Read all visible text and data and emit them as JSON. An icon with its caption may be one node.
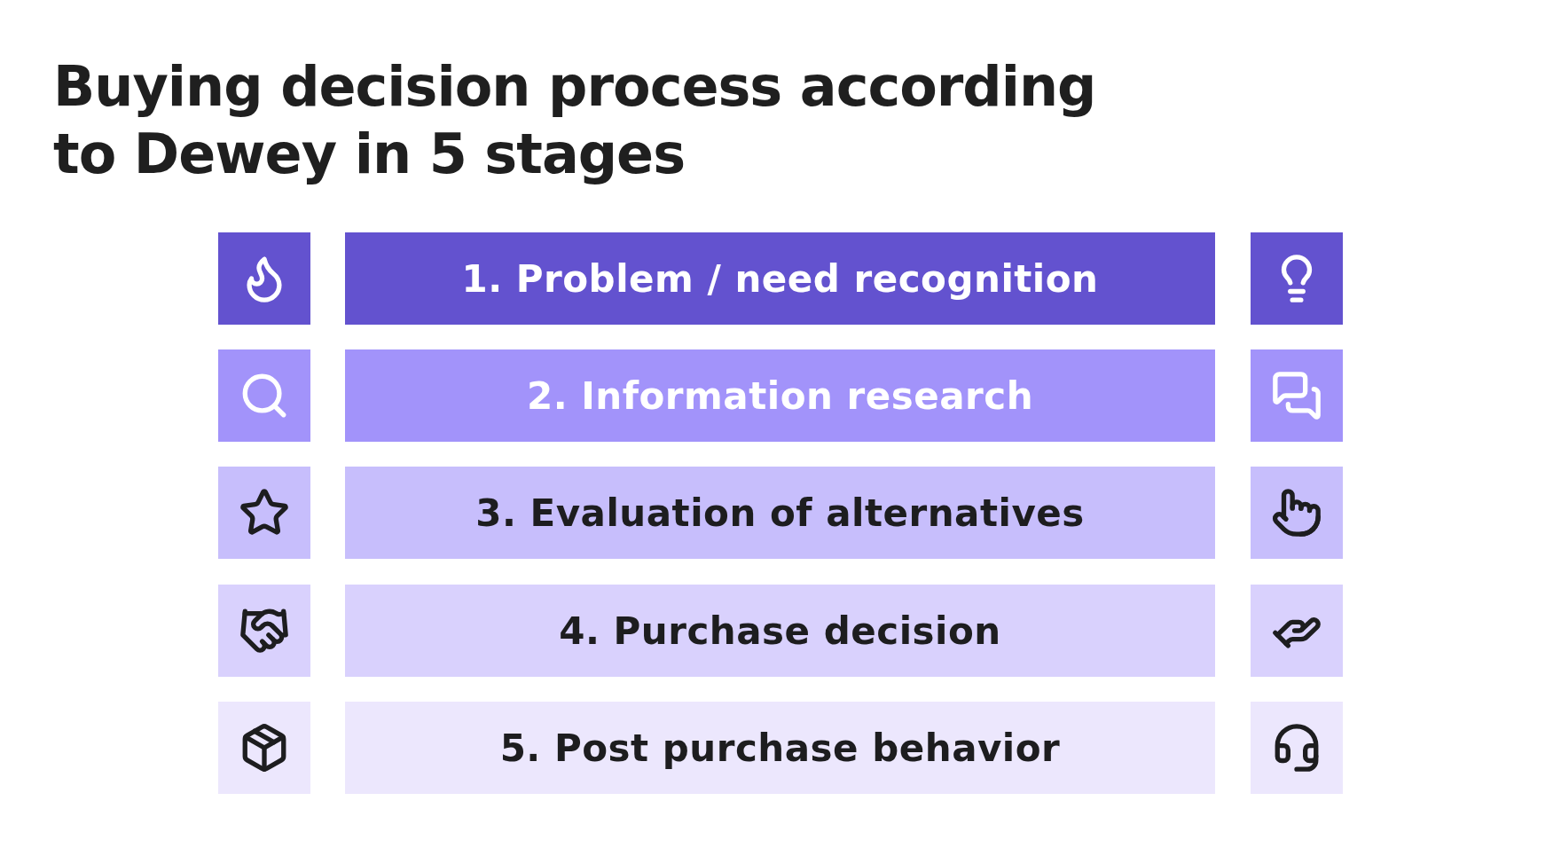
{
  "diagram": {
    "title": "Buying decision process according to Dewey in 5 stages",
    "nodes": [
      {
        "text": [
          "1. Problem / need recognition"
        ]
      },
      {
        "text": [
          "2. Information research"
        ]
      },
      {
        "text": [
          "3. Evaluation of alternatives"
        ]
      },
      {
        "text": [
          "4. Purchase decision"
        ]
      },
      {
        "text": [
          "5. Post purchase behavior"
        ]
      }
    ]
  }
}
